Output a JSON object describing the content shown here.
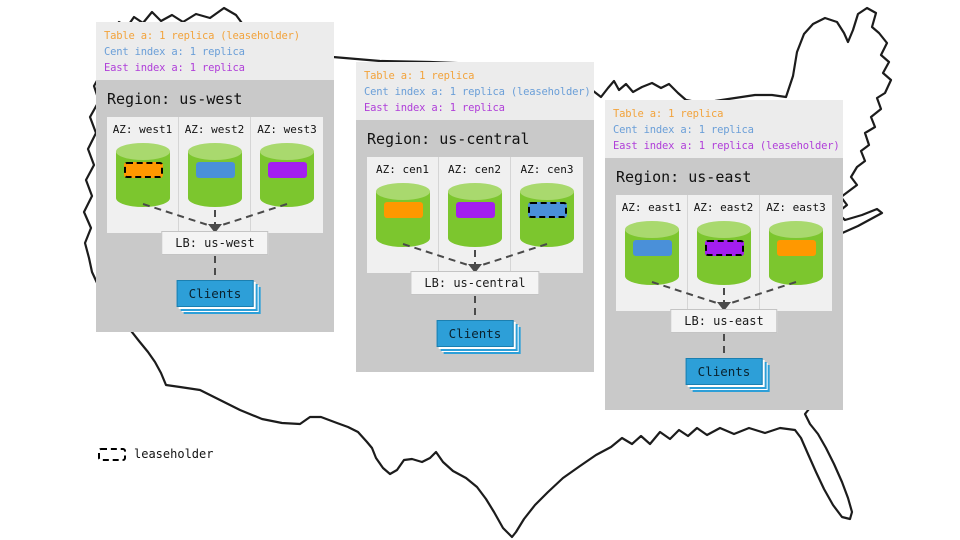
{
  "regions": [
    {
      "name": "us-west",
      "title": "Region: us-west",
      "replica_lines": [
        {
          "text": "Table a: 1 replica (leaseholder)",
          "color": "#f2a33c"
        },
        {
          "text": "Cent index a: 1 replica",
          "color": "#6b9fd8"
        },
        {
          "text": "East index a: 1 replica",
          "color": "#b03fd9"
        }
      ],
      "azs": [
        {
          "label": "AZ: west1",
          "chip_color": "#ff9800",
          "chip_border": "2px dashed #000000"
        },
        {
          "label": "AZ: west2",
          "chip_color": "#4a90d9",
          "chip_border": "2px solid transparent"
        },
        {
          "label": "AZ: west3",
          "chip_color": "#a31ef0",
          "chip_border": "2px solid transparent"
        }
      ],
      "lb_label": "LB: us-west",
      "clients_label": "Clients"
    },
    {
      "name": "us-central",
      "title": "Region: us-central",
      "replica_lines": [
        {
          "text": "Table a: 1 replica",
          "color": "#f2a33c"
        },
        {
          "text": "Cent index a: 1 replica (leaseholder)",
          "color": "#6b9fd8"
        },
        {
          "text": "East index a: 1 replica",
          "color": "#b03fd9"
        }
      ],
      "azs": [
        {
          "label": "AZ: cen1",
          "chip_color": "#ff9800",
          "chip_border": "2px solid transparent"
        },
        {
          "label": "AZ: cen2",
          "chip_color": "#a31ef0",
          "chip_border": "2px solid transparent"
        },
        {
          "label": "AZ: cen3",
          "chip_color": "#4a90d9",
          "chip_border": "2px dashed #000000"
        }
      ],
      "lb_label": "LB: us-central",
      "clients_label": "Clients"
    },
    {
      "name": "us-east",
      "title": "Region: us-east",
      "replica_lines": [
        {
          "text": "Table a: 1 replica",
          "color": "#f2a33c"
        },
        {
          "text": "Cent index a: 1 replica",
          "color": "#6b9fd8"
        },
        {
          "text": "East index a: 1 replica (leaseholder)",
          "color": "#b03fd9"
        }
      ],
      "azs": [
        {
          "label": "AZ: east1",
          "chip_color": "#4a90d9",
          "chip_border": "2px solid transparent"
        },
        {
          "label": "AZ: east2",
          "chip_color": "#a31ef0",
          "chip_border": "2px dashed #000000"
        },
        {
          "label": "AZ: east3",
          "chip_color": "#ff9800",
          "chip_border": "2px solid transparent"
        }
      ],
      "lb_label": "LB: us-east",
      "clients_label": "Clients"
    }
  ],
  "map_legend": {
    "swatch_border": "2px dashed #000000",
    "label": "leaseholder"
  },
  "colors": {
    "cylinder_body": "#7cc62e",
    "cylinder_top": "#a9d96e",
    "clients_box": "#2d9fd8",
    "region_box": "#c9c9c9",
    "legend_box": "#ececec"
  }
}
